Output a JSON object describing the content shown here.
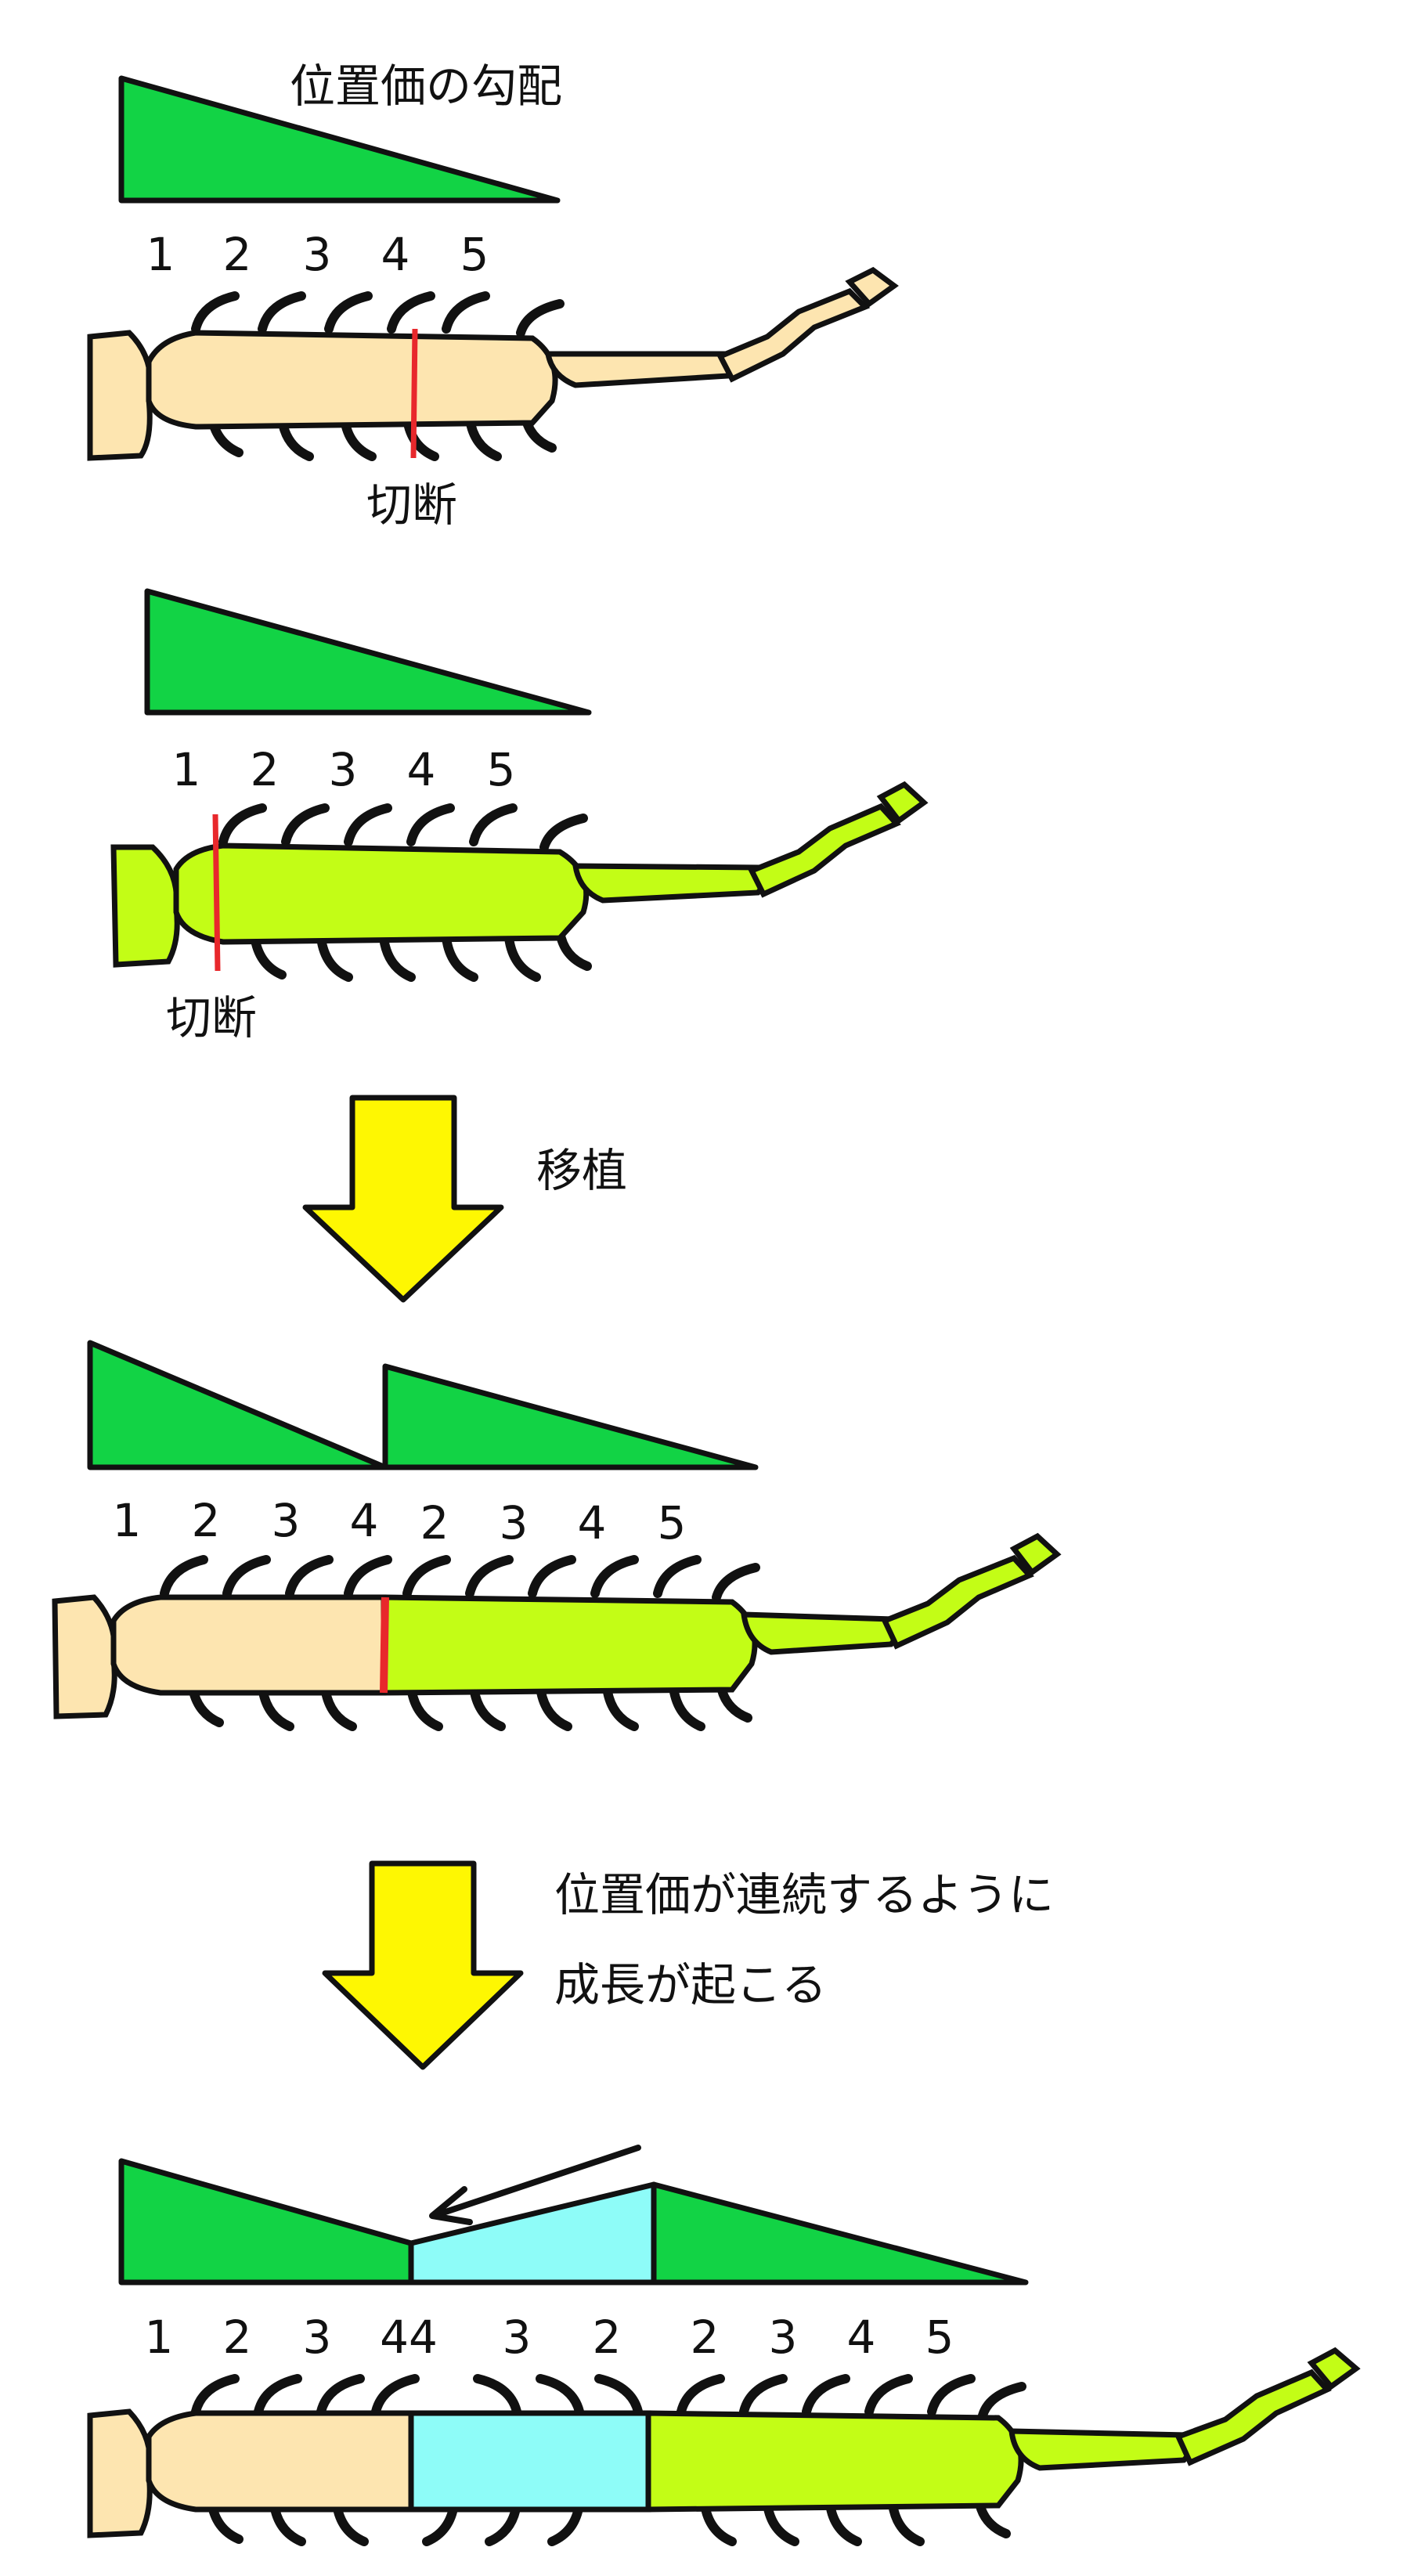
{
  "colors": {
    "gradient": "#12d345",
    "gradient_reverse": "#8efcf8",
    "segment_host": "#fde5b0",
    "segment_graft": "#c3fd16",
    "cut_line": "#e8282c",
    "arrow_fill": "#fef702",
    "outline": "#111111"
  },
  "panel1": {
    "title": "位置価の勾配",
    "numbers": [
      "1",
      "2",
      "3",
      "4",
      "5"
    ],
    "cut_label": "切断"
  },
  "panel2": {
    "numbers": [
      "1",
      "2",
      "3",
      "4",
      "5"
    ],
    "cut_label": "切断"
  },
  "step1": {
    "label": "移植"
  },
  "panel3": {
    "numbers": [
      "1",
      "2",
      "3",
      "4",
      "2",
      "3",
      "4",
      "5"
    ]
  },
  "step2": {
    "line1": "位置価が連続するように",
    "line2": "成長が起こる"
  },
  "panel4": {
    "numbers": [
      "1",
      "2",
      "3",
      "44",
      "3",
      "2",
      "2",
      "3",
      "4",
      "5"
    ]
  }
}
